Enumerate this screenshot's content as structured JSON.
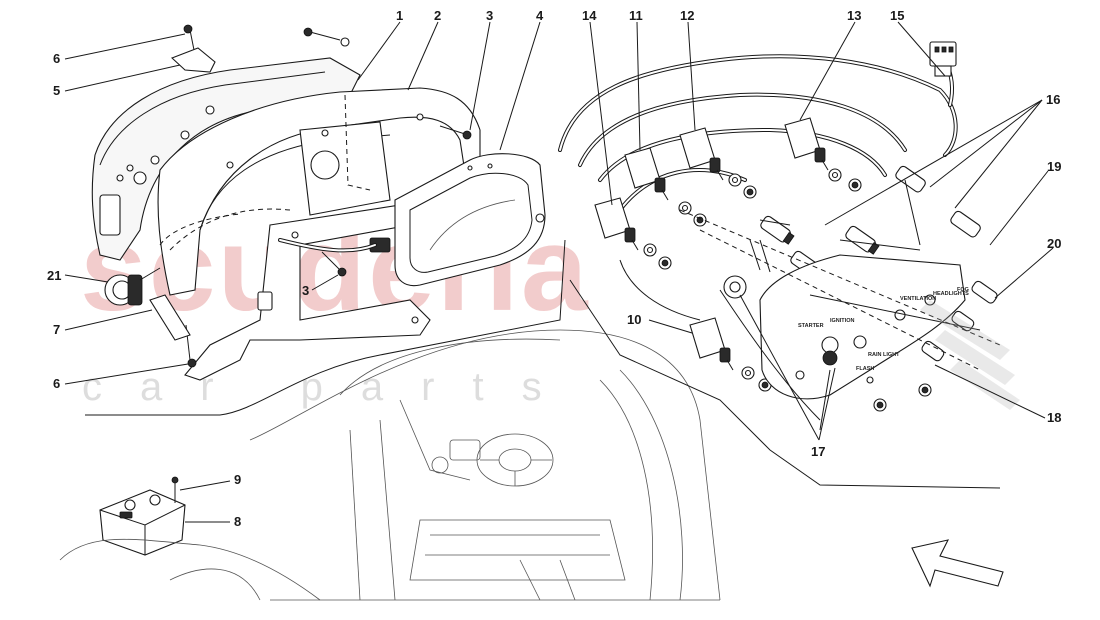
{
  "diagram": {
    "watermark": {
      "brand": "scuderia",
      "tagline": "car parts"
    },
    "callouts": [
      {
        "id": "c1",
        "text": "1"
      },
      {
        "id": "c2",
        "text": "2"
      },
      {
        "id": "c3a",
        "text": "3"
      },
      {
        "id": "c3b",
        "text": "3"
      },
      {
        "id": "c4",
        "text": "4"
      },
      {
        "id": "c5",
        "text": "5"
      },
      {
        "id": "c6a",
        "text": "6"
      },
      {
        "id": "c6b",
        "text": "6"
      },
      {
        "id": "c7",
        "text": "7"
      },
      {
        "id": "c8",
        "text": "8"
      },
      {
        "id": "c9",
        "text": "9"
      },
      {
        "id": "c10",
        "text": "10"
      },
      {
        "id": "c11",
        "text": "11"
      },
      {
        "id": "c12",
        "text": "12"
      },
      {
        "id": "c13",
        "text": "13"
      },
      {
        "id": "c14",
        "text": "14"
      },
      {
        "id": "c15",
        "text": "15"
      },
      {
        "id": "c16",
        "text": "16"
      },
      {
        "id": "c17",
        "text": "17"
      },
      {
        "id": "c18",
        "text": "18"
      },
      {
        "id": "c19",
        "text": "19"
      },
      {
        "id": "c20",
        "text": "20"
      },
      {
        "id": "c21",
        "text": "21"
      }
    ],
    "panel_labels": {
      "starter": "STARTER",
      "ignition": "IGNITION",
      "ventilation": "VENTILATION",
      "headlights": "HEADLIGHTS",
      "fog": "FOG",
      "rain_light": "RAIN LIGHT",
      "flash": "FLASH"
    }
  }
}
